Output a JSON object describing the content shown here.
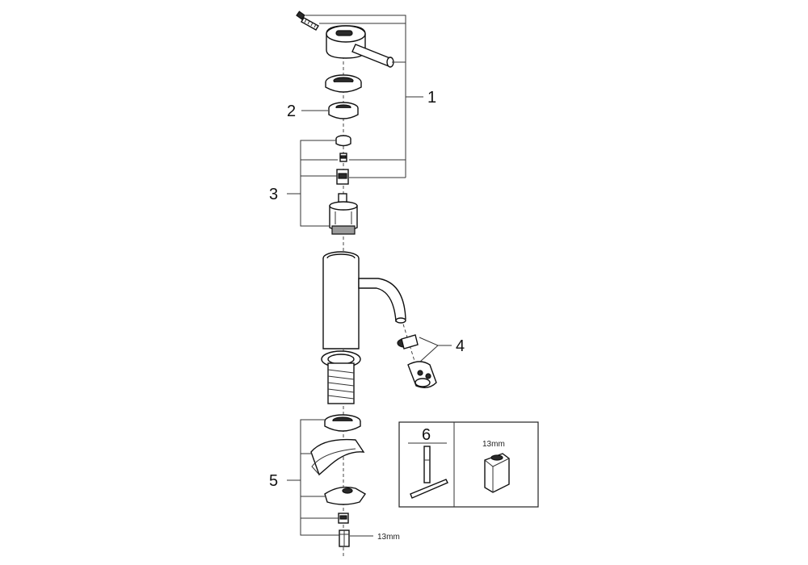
{
  "callouts": {
    "c1": "1",
    "c2": "2",
    "c3": "3",
    "c4": "4",
    "c5": "5",
    "c6": "6"
  },
  "dimensions": {
    "nut_size_bottom": "13mm",
    "wrench_size_box": "13mm"
  },
  "colors": {
    "line": "#111111",
    "background": "#ffffff"
  }
}
